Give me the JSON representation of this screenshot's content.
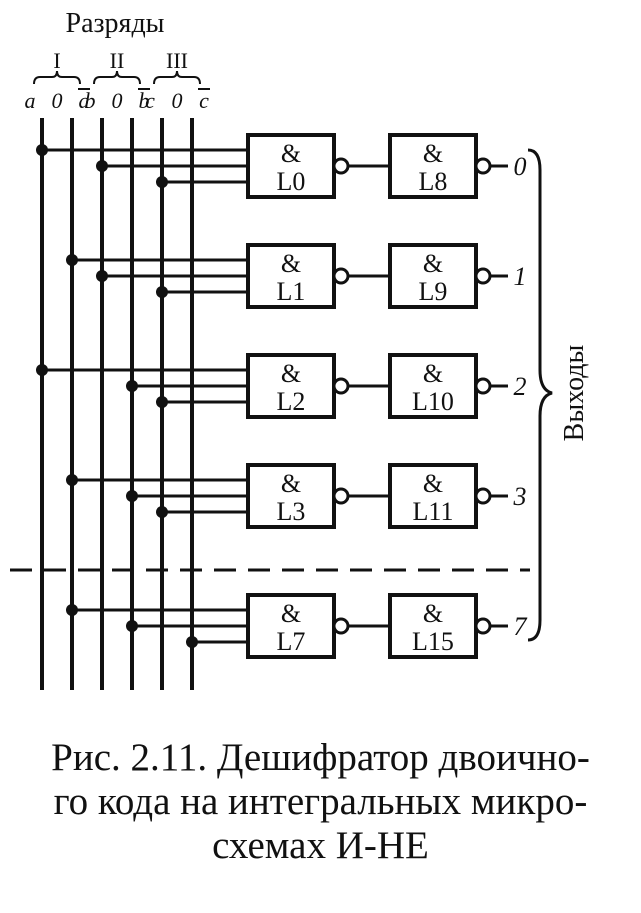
{
  "diagram": {
    "header_title": "Разряды",
    "groups": [
      {
        "numeral": "I",
        "inputs": [
          "a",
          "0",
          "a"
        ]
      },
      {
        "numeral": "II",
        "inputs": [
          "b",
          "0",
          "b"
        ]
      },
      {
        "numeral": "III",
        "inputs": [
          "c",
          "0",
          "c"
        ]
      }
    ],
    "gate_symbol": "&",
    "rows": [
      {
        "first_gate": "L0",
        "second_gate": "L8",
        "output": "0"
      },
      {
        "first_gate": "L1",
        "second_gate": "L9",
        "output": "1"
      },
      {
        "first_gate": "L2",
        "second_gate": "L10",
        "output": "2"
      },
      {
        "first_gate": "L3",
        "second_gate": "L11",
        "output": "3"
      },
      {
        "first_gate": "L7",
        "second_gate": "L15",
        "output": "7"
      }
    ],
    "outputs_label": "Выходы"
  },
  "caption": {
    "line1": "Рис. 2.11. Дешифратор двоично-",
    "line2": "го кода на интегральных микро-",
    "line3": "схемах И-НЕ"
  }
}
